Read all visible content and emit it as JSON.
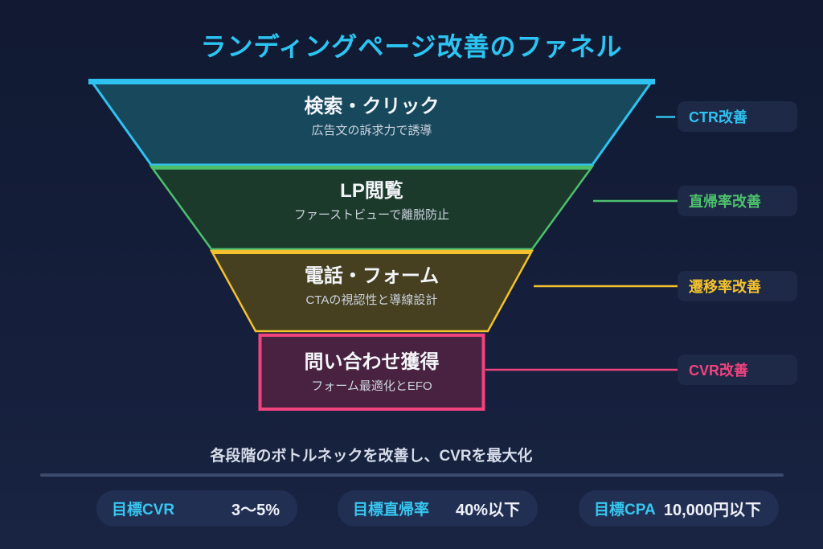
{
  "page": {
    "title": "ランディングページ改善のファネル",
    "caption": "各段階のボトルネックを改善し、CVRを最大化"
  },
  "funnel": {
    "stages": [
      {
        "title": "検索・クリック",
        "subtitle": "広告文の訴求力で誘導",
        "side_label": "CTR改善",
        "accent": "#2fc2f0",
        "fill": "#17485c"
      },
      {
        "title": "LP閲覧",
        "subtitle": "ファーストビューで離脱防止",
        "side_label": "直帰率改善",
        "accent": "#4dc06c",
        "fill": "#1c3a2c"
      },
      {
        "title": "電話・フォーム",
        "subtitle": "CTAの視認性と導線設計",
        "side_label": "遷移率改善",
        "accent": "#f4c22e",
        "fill": "#464020"
      },
      {
        "title": "問い合わせ獲得",
        "subtitle": "フォーム最適化とEFO",
        "side_label": "CVR改善",
        "accent": "#f1437e",
        "fill": "#482240"
      }
    ]
  },
  "kpis": [
    {
      "label": "目標CVR",
      "value": "3〜5%"
    },
    {
      "label": "目標直帰率",
      "value": "40%以下"
    },
    {
      "label": "目標CPA",
      "value": "10,000円以下"
    }
  ],
  "colors": {
    "background": "#151e3a",
    "title": "#2cc5f3",
    "label_panel": "#1d2947",
    "kpi_pill": "#212f53",
    "kpi_label": "#38c7f0",
    "divider": "#3c4a6b"
  }
}
